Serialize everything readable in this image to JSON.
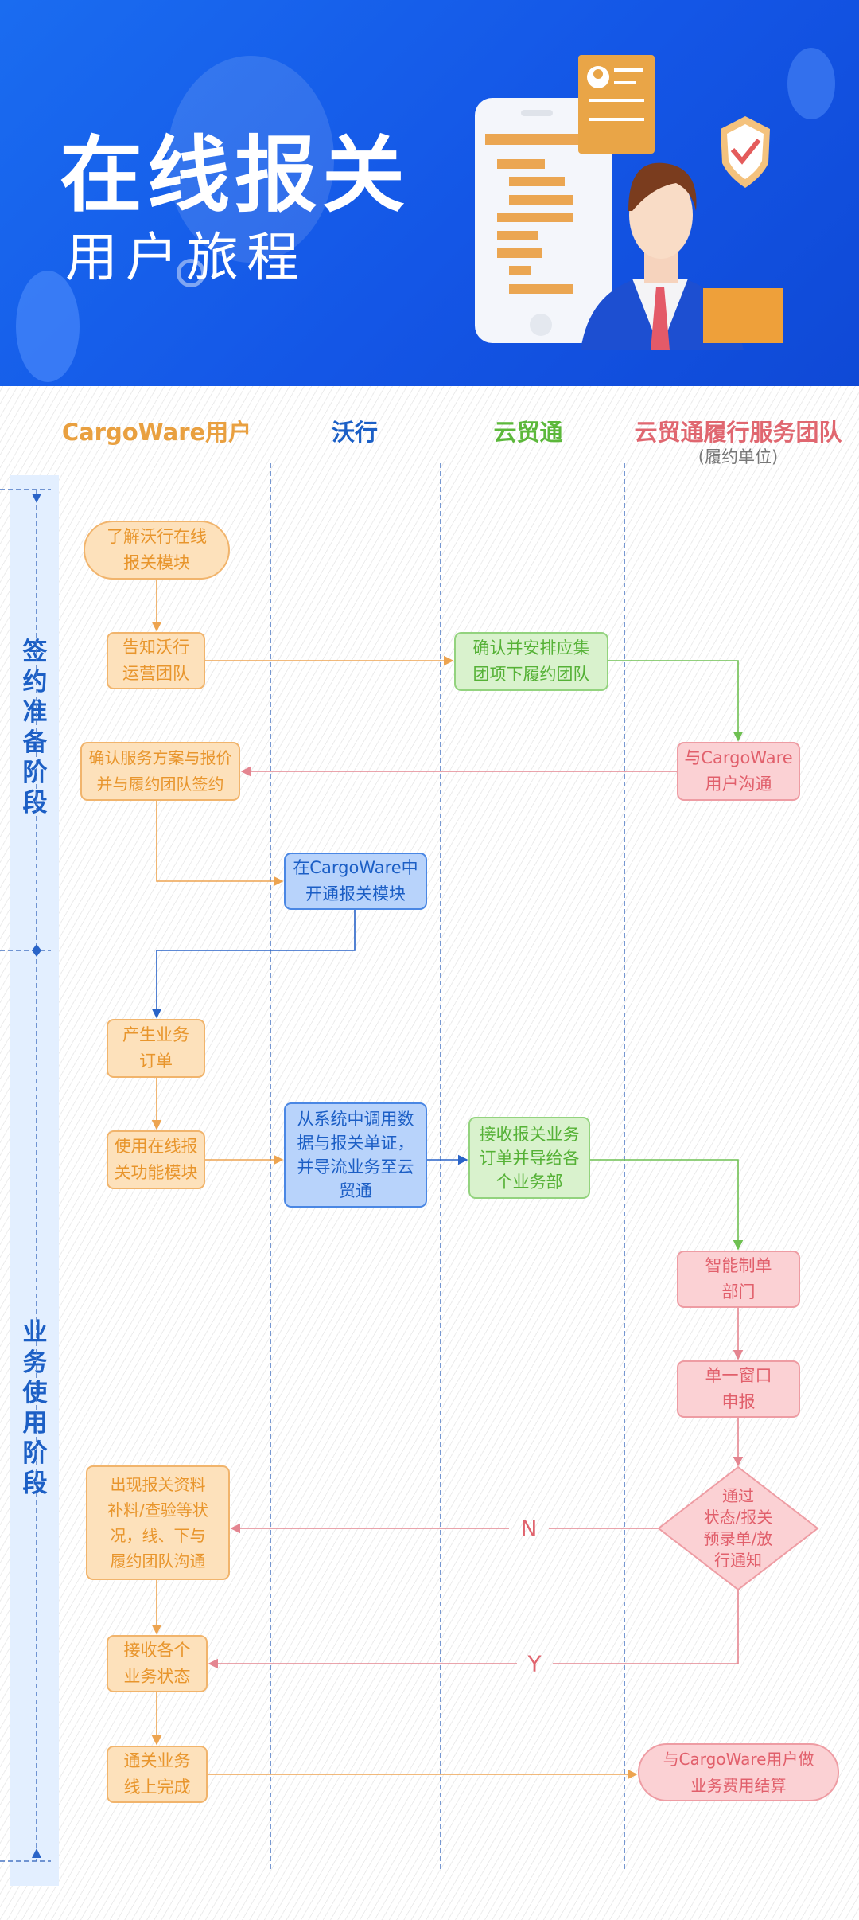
{
  "header": {
    "title": "在线报关",
    "subtitle": "用户旅程"
  },
  "lanes": [
    {
      "name": "CargoWare用户",
      "color": "#e9a040"
    },
    {
      "name": "沃行",
      "color": "#1b5fc6"
    },
    {
      "name": "云贸通",
      "color": "#5cb83b"
    },
    {
      "name": "云贸通履行服务团队",
      "sub": "(履约单位)",
      "color": "#e06770"
    }
  ],
  "phases": [
    "签约准备阶段",
    "业务使用阶段"
  ],
  "steps": {
    "s1": "了解沃行在线\n报关模块",
    "s2": "告知沃行\n运营团队",
    "s3": "确认并安排应集\n团项下履约团队",
    "s4": "与CargoWare\n用户沟通",
    "s5": "确认服务方案与报价\n并与履约团队签约",
    "s6": "在CargoWare中\n开通报关模块",
    "s7": "产生业务\n订单",
    "s8": "使用在线报\n关功能模块",
    "s9": "从系统中调用数\n据与报关单证，\n并导流业务至云\n贸通",
    "s10": "接收报关业务\n订单并导给各\n个业务部",
    "s11": "智能制单\n部门",
    "s12": "单一窗口\n申报",
    "s13": "通过\n状态/报关\n预录单/放\n行通知",
    "s14": "出现报关资料\n补料/查验等状\n况，线、下与\n履约团队沟通",
    "s15": "接收各个\n业务状态",
    "s16": "通关业务\n线上完成",
    "s17": "与CargoWare用户做\n业务费用结算"
  },
  "decision": {
    "no": "N",
    "yes": "Y"
  }
}
